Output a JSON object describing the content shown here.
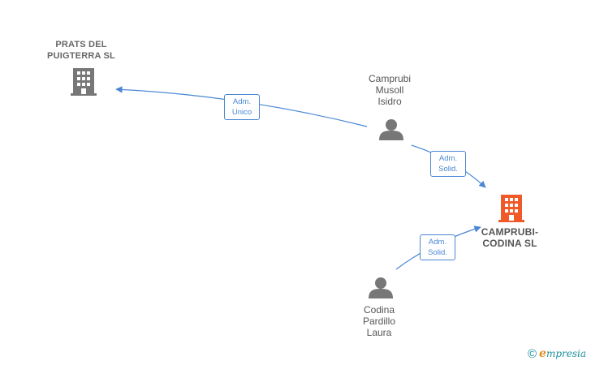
{
  "nodes": {
    "prats": {
      "type": "company",
      "label_lines": [
        "PRATS DEL",
        "PUIGTERRA SL"
      ],
      "icon": "building-icon",
      "color": "#777777"
    },
    "camprubi_musoll": {
      "type": "person",
      "label_lines": [
        "Camprubi",
        "Musoll",
        "Isidro"
      ],
      "icon": "person-icon",
      "color": "#777777"
    },
    "camprubi_codina": {
      "type": "company",
      "label_lines": [
        "CAMPRUBI-",
        "CODINA SL"
      ],
      "icon": "building-icon",
      "color": "#f05a28"
    },
    "codina_pardillo": {
      "type": "person",
      "label_lines": [
        "Codina",
        "Pardillo",
        "Laura"
      ],
      "icon": "person-icon",
      "color": "#777777"
    }
  },
  "edges": [
    {
      "from": "camprubi_musoll",
      "to": "prats",
      "label_lines": [
        "Adm.",
        "Unico"
      ]
    },
    {
      "from": "camprubi_musoll",
      "to": "camprubi_codina",
      "label_lines": [
        "Adm.",
        "Solid."
      ]
    },
    {
      "from": "codina_pardillo",
      "to": "camprubi_codina",
      "label_lines": [
        "Adm.",
        "Solid."
      ]
    }
  ],
  "colors": {
    "edge": "#4a86d4",
    "company_default": "#777777",
    "company_focus": "#f05a28",
    "brand_teal": "#1a8f9a",
    "brand_orange": "#e8891c"
  },
  "footer": {
    "copyright_symbol": "©",
    "brand_first_letter": "e",
    "brand_rest": "mpresia"
  }
}
